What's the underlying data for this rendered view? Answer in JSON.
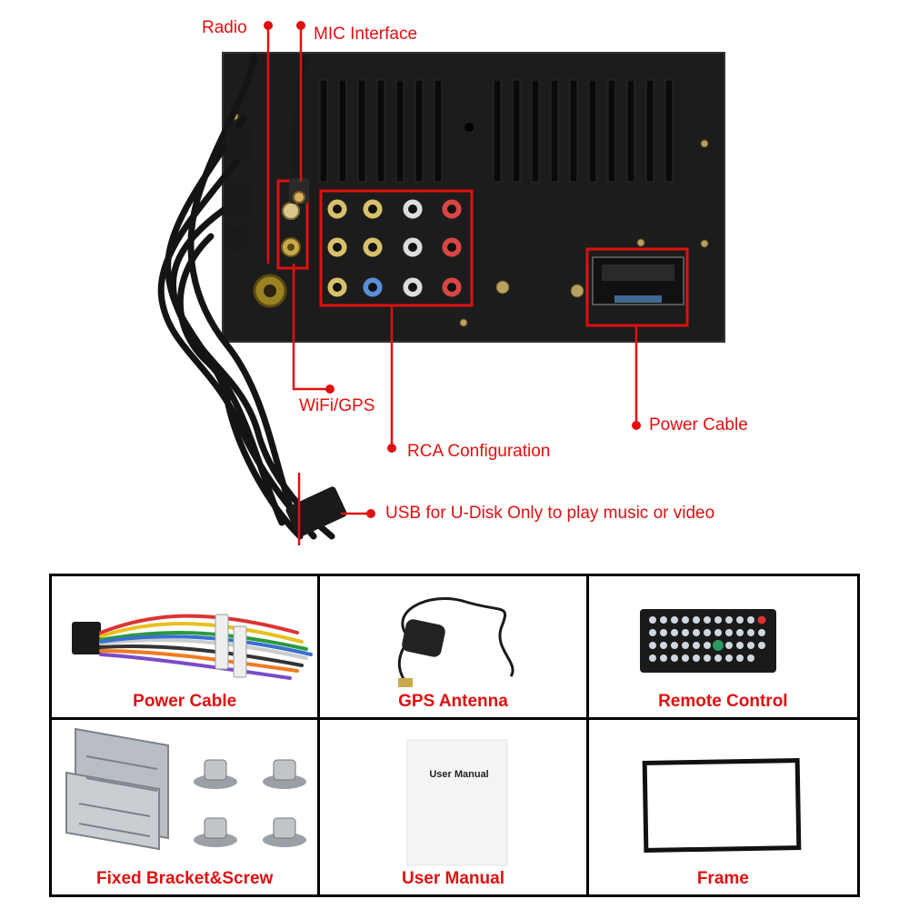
{
  "callouts": {
    "radio": "Radio",
    "mic": "MIC Interface",
    "wifi_gps": "WiFi/GPS",
    "rca": "RCA Configuration",
    "power": "Power Cable",
    "usb": "USB for U-Disk Only to play music or video"
  },
  "accessories": [
    {
      "label": "Power Cable",
      "icon": "wire-harness-icon"
    },
    {
      "label": "GPS Antenna",
      "icon": "gps-antenna-icon"
    },
    {
      "label": "Remote Control",
      "icon": "remote-control-icon"
    },
    {
      "label": "Fixed Bracket&Screw",
      "icon": "bracket-screw-icon"
    },
    {
      "label": "User Manual",
      "icon": "user-manual-icon",
      "cover_text": "User Manual"
    },
    {
      "label": "Frame",
      "icon": "frame-icon"
    }
  ],
  "colors": {
    "accent": "#e01010",
    "unit_body": "#1c1c1c"
  }
}
